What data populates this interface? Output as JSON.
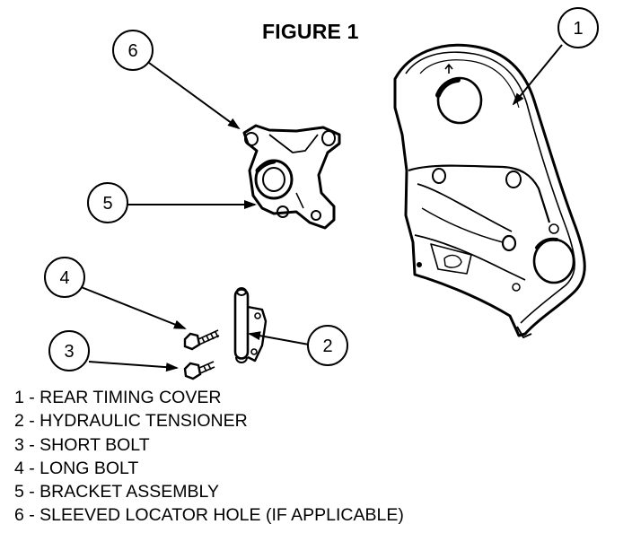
{
  "figure": {
    "title": "FIGURE 1",
    "callouts": [
      "1",
      "2",
      "3",
      "4",
      "5",
      "6"
    ],
    "legend": [
      "1 - REAR TIMING COVER",
      "2 - HYDRAULIC TENSIONER",
      "3 - SHORT BOLT",
      "4 - LONG BOLT",
      "5 - BRACKET ASSEMBLY",
      "6 - SLEEVED LOCATOR HOLE (IF APPLICABLE)"
    ]
  }
}
